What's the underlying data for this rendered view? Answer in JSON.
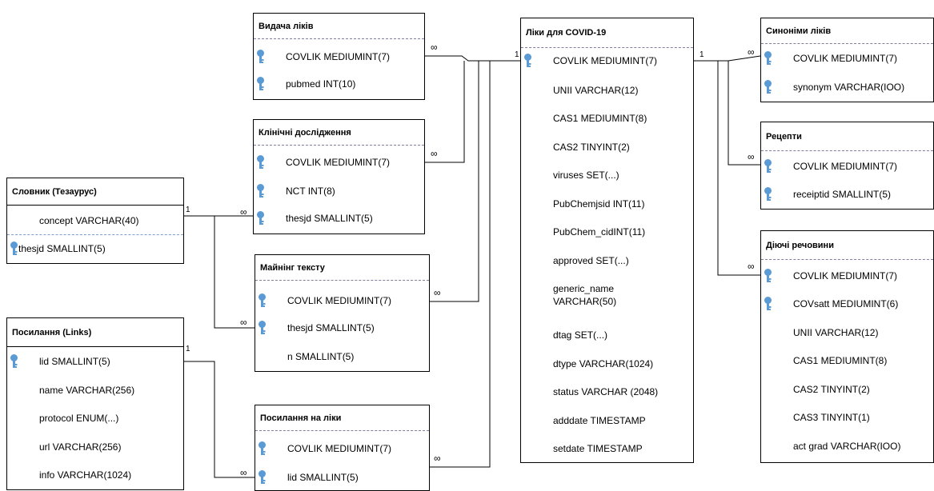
{
  "card": {
    "one": "1",
    "many": "∞"
  },
  "entities": {
    "vydacha": {
      "title": "Видача ліків",
      "attrs": [
        {
          "name": "COVLIK MEDIUMINT(7)",
          "key": true
        },
        {
          "name": "pubmed INT(10)",
          "key": true
        }
      ]
    },
    "klinichni": {
      "title": "Клінічні дослідження",
      "attrs": [
        {
          "name": "COVLIK MEDIUMINT(7)",
          "key": true
        },
        {
          "name": "NCT INT(8)",
          "key": true
        },
        {
          "name": "thesjd SMALLINT(5)",
          "key": true
        }
      ]
    },
    "slovnyk": {
      "title": "Словник (Тезаурус)",
      "attrs": [
        {
          "name": "concept VARCHAR(40)",
          "key": false
        },
        {
          "name": "thesjd SMALLINT(5)",
          "key": true
        }
      ]
    },
    "mainig": {
      "title": "Майнінг тексту",
      "attrs": [
        {
          "name": "COVLIK MEDIUMINT(7)",
          "key": true
        },
        {
          "name": "thesjd SMALLINT(5)",
          "key": true
        },
        {
          "name": "n SMALLINT(5)",
          "key": false
        }
      ]
    },
    "posylannia": {
      "title": "Посилання (Links)",
      "attrs": [
        {
          "name": "lid SMALLINT(5)",
          "key": true
        },
        {
          "name": "name VARCHAR(256)",
          "key": false
        },
        {
          "name": "protocol ENUM(...)",
          "key": false
        },
        {
          "name": "url VARCHAR(256)",
          "key": false
        },
        {
          "name": "info VARCHAR(1024)",
          "key": false
        }
      ]
    },
    "posylannia_liky": {
      "title": "Посилання на ліки",
      "attrs": [
        {
          "name": "COVLIK MEDIUMINT(7)",
          "key": true
        },
        {
          "name": "lid SMALLINT(5)",
          "key": true
        }
      ]
    },
    "liky": {
      "title": "Ліки для COVID-19",
      "attrs": [
        {
          "name": "COVLIK MEDIUMINT(7)",
          "key": true
        },
        {
          "name": "UNII VARCHAR(12)",
          "key": false
        },
        {
          "name": "CAS1 MEDIUMINT(8)",
          "key": false
        },
        {
          "name": "CAS2 TINYINT(2)",
          "key": false
        },
        {
          "name": "viruses SET(...)",
          "key": false
        },
        {
          "name": "PubChemjsid INT(11)",
          "key": false
        },
        {
          "name": "PubChem_cidINT(11)",
          "key": false
        },
        {
          "name": "approved SET(...)",
          "key": false
        },
        {
          "name": "generic_name VARCHAR(50)",
          "key": false
        },
        {
          "name": "dtag SET(...)",
          "key": false
        },
        {
          "name": "dtype VARCHAR(1024)",
          "key": false
        },
        {
          "name": "status VARCHAR (2048)",
          "key": false
        },
        {
          "name": "adddate TIMESTAMP",
          "key": false
        },
        {
          "name": "setdate TIMESTAMP",
          "key": false
        }
      ]
    },
    "synonimy": {
      "title": "Синоніми ліків",
      "attrs": [
        {
          "name": "COVLIK MEDIUMINT(7)",
          "key": true
        },
        {
          "name": "synonym VARCHAR(IOO)",
          "key": true
        }
      ]
    },
    "retsepty": {
      "title": "Рецепти",
      "attrs": [
        {
          "name": "COVLIK MEDIUMINT(7)",
          "key": true
        },
        {
          "name": "receiptid SMALLINT(5)",
          "key": true
        }
      ]
    },
    "diiuchi": {
      "title": "Діючі речовини",
      "attrs": [
        {
          "name": "COVLIK MEDIUMINT(7)",
          "key": true
        },
        {
          "name": "COVsatt MEDIUMINT(6)",
          "key": true
        },
        {
          "name": "UNII VARCHAR(12)",
          "key": false
        },
        {
          "name": "CAS1 MEDIUMINT(8)",
          "key": false
        },
        {
          "name": "CAS2 TINYINT(2)",
          "key": false
        },
        {
          "name": "CAS3 TINYINT(1)",
          "key": false
        },
        {
          "name": "act grad VARCHAR(IOO)",
          "key": false
        }
      ]
    }
  }
}
